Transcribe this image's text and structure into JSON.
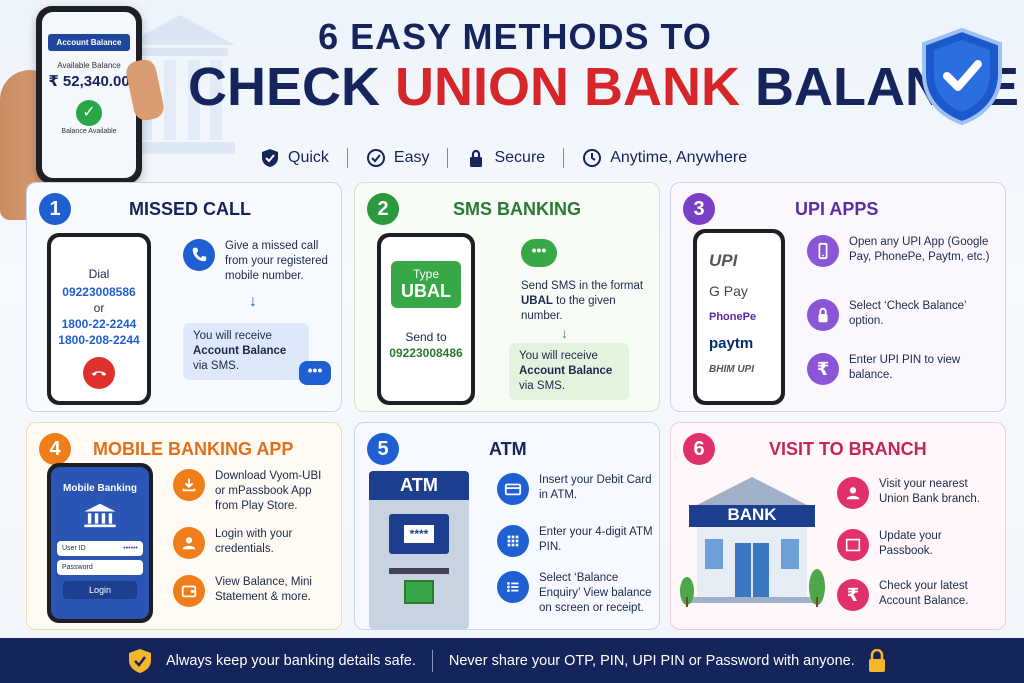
{
  "hero": {
    "account_balance_label": "Account Balance",
    "available_balance_label": "Available Balance",
    "amount": "₹ 52,340.00",
    "status": "Balance Available"
  },
  "title": {
    "line1": "6 EASY METHODS TO",
    "line2_part1": "CHECK ",
    "line2_part2": "UNION BANK",
    "line2_part3": " BALANCE"
  },
  "tagline": [
    "Quick",
    "Easy",
    "Secure",
    "Anytime, Anywhere"
  ],
  "methods": {
    "missed_call": {
      "number": "1",
      "title": "MISSED CALL",
      "phone_dial": "Dial",
      "phone_num1": "09223008586",
      "phone_or": "or",
      "phone_num2": "1800-22-2244",
      "phone_num3": "1800-208-2244",
      "step1": "Give a missed call from your registered mobile number.",
      "result_line1": "You will receive",
      "result_bold": "Account Balance",
      "result_line3": "via SMS."
    },
    "sms": {
      "number": "2",
      "title": "SMS BANKING",
      "bubble_type": "Type",
      "bubble_code": "UBAL",
      "send_to": "Send to",
      "send_num": "09223008486",
      "step_pre": "Send SMS in the format ",
      "step_code": "UBAL",
      "step_post": " to the given number.",
      "result_line1": "You will receive",
      "result_bold": "Account Balance",
      "result_line3": "via SMS."
    },
    "upi": {
      "number": "3",
      "title": "UPI APPS",
      "apps": [
        "UPI",
        "G Pay",
        "PhonePe",
        "paytm",
        "BHIM UPI"
      ],
      "step1": "Open any UPI App (Google Pay, PhonePe, Paytm, etc.)",
      "step2": "Select ‘Check Balance’ option.",
      "step3": "Enter UPI PIN to view balance."
    },
    "mobile": {
      "number": "4",
      "title": "MOBILE BANKING APP",
      "phone_header": "Mobile Banking",
      "user_id_label": "User ID",
      "user_id_mask": "••••••",
      "password_label": "Password",
      "login_label": "Login",
      "step1": "Download Vyom-UBI or mPassbook App from Play Store.",
      "step2": "Login with your credentials.",
      "step3": "View Balance, Mini Statement & more."
    },
    "atm": {
      "number": "5",
      "title": "ATM",
      "machine_label": "ATM",
      "pin_mask": "****",
      "step1": "Insert your Debit Card in ATM.",
      "step2": "Enter your 4-digit ATM PIN.",
      "step3": "Select ‘Balance Enquiry’ View balance on screen or receipt."
    },
    "branch": {
      "number": "6",
      "title": "VISIT TO BRANCH",
      "bank_sign": "BANK",
      "step1": "Visit your nearest Union Bank branch.",
      "step2": "Update your Passbook.",
      "step3": "Check your latest Account Balance."
    }
  },
  "footer": {
    "left": "Always keep your banking details safe.",
    "right": "Never share your OTP, PIN, UPI PIN or Password with anyone."
  },
  "colors": {
    "navy": "#15245a",
    "red": "#d7262a",
    "blue": "#1f5fd1",
    "green": "#2a9a3c",
    "purple": "#7a3fc4",
    "orange": "#ef7d1a",
    "pink": "#e0306e"
  }
}
